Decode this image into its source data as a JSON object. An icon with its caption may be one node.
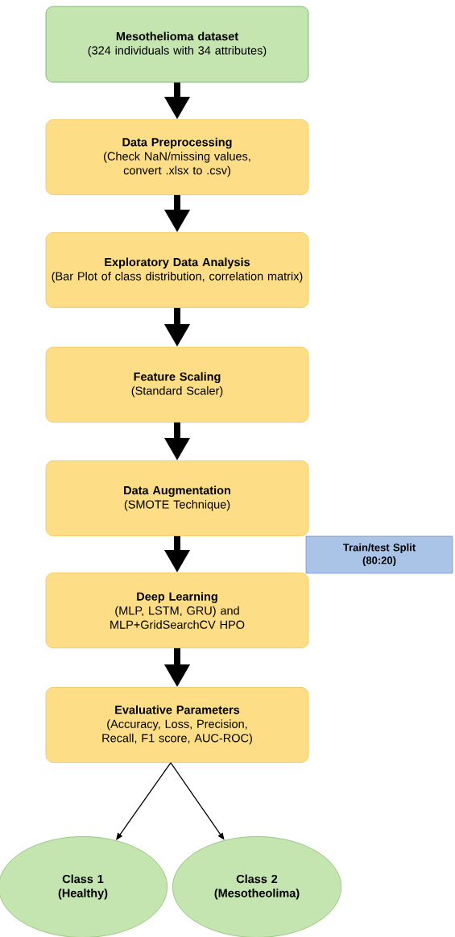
{
  "diagram": {
    "nodes": [
      {
        "text": [
          "Mesothelioma dataset",
          "(324 individuals with 34 attributes)"
        ]
      },
      {
        "text": [
          "Data Preprocessing",
          "(Check NaN/missing values, convert .xlsx to .csv)"
        ]
      },
      {
        "text": [
          "Exploratory Data Analysis",
          "(Bar Plot of class distribution, correlation matrix)"
        ]
      },
      {
        "text": [
          "Feature Scaling",
          "(Standard Scaler)"
        ]
      },
      {
        "text": [
          "Data Augmentation",
          "(SMOTE Technique)"
        ]
      },
      {
        "text": [
          "Train/test Split",
          "(80:20)"
        ]
      },
      {
        "text": [
          "Deep Learning",
          "(MLP, LSTM, GRU) and MLP+GridSearchCV HPO"
        ]
      },
      {
        "text": [
          "Evaluative Parameters",
          "(Accuracy, Loss, Precision, Recall, F1 score, AUC-ROC)"
        ]
      },
      {
        "text": [
          "Class 1",
          "(Healthy)"
        ]
      },
      {
        "text": [
          "Class 2",
          "(Mesotheolima)"
        ]
      }
    ],
    "edges": [
      {
        "from": 0,
        "to": 1,
        "arrow": "to"
      },
      {
        "from": 1,
        "to": 2,
        "arrow": "to"
      },
      {
        "from": 2,
        "to": 3,
        "arrow": "to"
      },
      {
        "from": 3,
        "to": 4,
        "arrow": "to"
      },
      {
        "from": 4,
        "to": 6,
        "arrow": "to"
      },
      {
        "from": 6,
        "to": 7,
        "arrow": "to"
      },
      {
        "from": 7,
        "to": 8,
        "arrow": "to"
      },
      {
        "from": 7,
        "to": 9,
        "arrow": "to"
      }
    ]
  }
}
